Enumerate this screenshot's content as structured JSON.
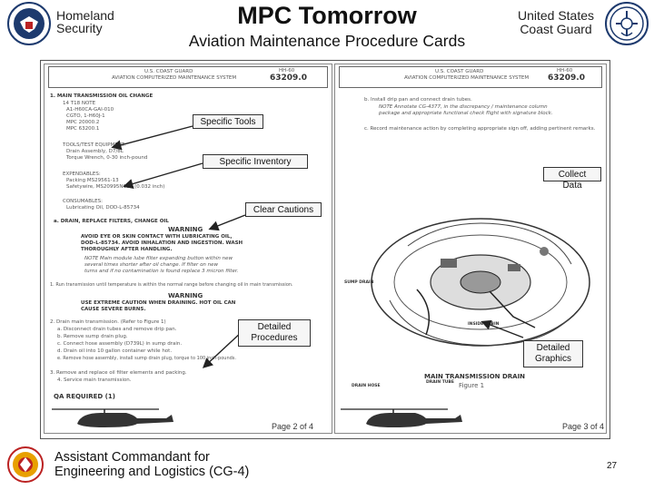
{
  "header": {
    "left_line1": "Homeland",
    "left_line2": "Security",
    "title": "MPC Tomorrow",
    "subtitle": "Aviation Maintenance Procedure Cards",
    "right_line1": "United States",
    "right_line2": "Coast Guard"
  },
  "callouts": {
    "specific_tools": "Specific Tools",
    "specific_inventory": "Specific Inventory",
    "collect_data": "Collect Data",
    "clear_cautions": "Clear Cautions",
    "detailed_procedures_1": "Detailed",
    "detailed_procedures_2": "Procedures",
    "detailed_graphics_1": "Detailed",
    "detailed_graphics_2": "Graphics"
  },
  "left_page": {
    "org": "U.S. COAST GUARD",
    "system": "AVIATION COMPUTERIZED MAINTENANCE SYSTEM",
    "card_no_label": "HH-60",
    "card_no": "63209.0",
    "task1": "1.   MAIN TRANSMISSION OIL CHANGE",
    "refs": [
      "14   T18 NOTE",
      "A1-H60CA-GAI-010",
      "CGTO, 1-H60J-1",
      "MPC 20000.2",
      "MPC 63200.1"
    ],
    "tools_label": "TOOLS/TEST EQUIPMENT:",
    "tools": [
      "Drain Assembly, D7/8L",
      "Torque Wrench, 0-30 inch-pound"
    ],
    "expendables_label": "EXPENDABLES:",
    "expendables": [
      "Packing MS29561-13",
      "Safetywire, MS20995NC32 (0.032 inch)"
    ],
    "consumables_label": "CONSUMABLES:",
    "consumables": [
      "Lubricating Oil, DOD-L-85734"
    ],
    "task_a": "a.   DRAIN, REPLACE FILTERS, CHANGE OIL",
    "warning1": "WARNING",
    "warning1_text": [
      "AVOID EYE OR SKIN CONTACT WITH LUBRICATING OIL,",
      "DOD-L-85734. AVOID INHALATION AND INGESTION. WASH",
      "THOROUGHLY AFTER HANDLING."
    ],
    "note": [
      "NOTE   Main module lube filter expanding button within new",
      "several times shorter after oil change. If filter on new",
      "turns and if no contamination is found replace 3 micron filter."
    ],
    "step1": "1.   Run transmission until temperature is within the normal range before changing oil in main transmission.",
    "warning2": "WARNING",
    "warning2_text": [
      "USE EXTREME CAUTION WHEN DRAINING. HOT OIL CAN",
      "CAUSE SEVERE BURNS."
    ],
    "step2": "2.   Drain main transmission. (Refer to Figure 1)",
    "sub_steps": [
      "a.   Disconnect drain tubes and remove drip pan.",
      "b.   Remove sump drain plug.",
      "c.   Connect hose assembly (D739L) in sump drain.",
      "d.   Drain oil into 10 gallon container while hot.",
      "e.   Remove hose assembly, install sump drain plug, torque to 100 inch-pounds."
    ],
    "step3": "3.   Remove and replace oil filter elements and packing.",
    "step4": "4.   Service main transmission.",
    "qa": "QA REQUIRED (1)",
    "page_footer": "Page 2 of 4"
  },
  "right_page": {
    "org": "U.S. COAST GUARD",
    "system": "AVIATION COMPUTERIZED MAINTENANCE SYSTEM",
    "card_no_label": "HH-60",
    "card_no": "63209.0",
    "step_b": "b.   Install drip pan and connect drain tubes.",
    "note": [
      "NOTE   Annotate CG-4377, in the discrepancy / maintenance column",
      "package and appropriate functional check flight with signature block."
    ],
    "step_c": "c.   Record maintenance action by completing appropriate sign off, adding pertinent remarks.",
    "figure_title": "MAIN TRANSMISSION DRAIN",
    "figure_label": "Figure 1",
    "labels": [
      "SUMP DRAIN",
      "DRAIN HOSE",
      "INSIDE CABIN",
      "DRAIN TUBE"
    ],
    "page_footer": "Page 3 of 4"
  },
  "footer": {
    "line1": "Assistant Commandant for",
    "line2": "Engineering and Logistics (CG-4)",
    "page_number": "27"
  }
}
